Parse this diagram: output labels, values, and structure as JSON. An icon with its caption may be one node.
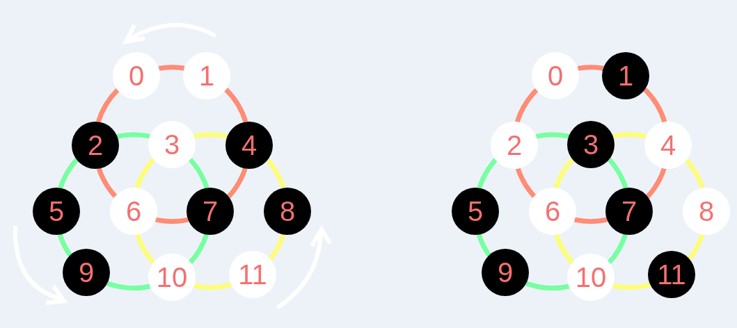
{
  "diagram": {
    "nodes": [
      {
        "text": [
          "0"
        ]
      },
      {
        "text": [
          "1"
        ]
      },
      {
        "text": [
          "2"
        ]
      },
      {
        "text": [
          "3"
        ]
      },
      {
        "text": [
          "4"
        ]
      },
      {
        "text": [
          "5"
        ]
      },
      {
        "text": [
          "6"
        ]
      },
      {
        "text": [
          "7"
        ]
      },
      {
        "text": [
          "8"
        ]
      },
      {
        "text": [
          "9"
        ]
      },
      {
        "text": [
          "10"
        ]
      },
      {
        "text": [
          "11"
        ]
      },
      {
        "text": [
          "0"
        ]
      },
      {
        "text": [
          "1"
        ]
      },
      {
        "text": [
          "2"
        ]
      },
      {
        "text": [
          "3"
        ]
      },
      {
        "text": [
          "4"
        ]
      },
      {
        "text": [
          "5"
        ]
      },
      {
        "text": [
          "6"
        ]
      },
      {
        "text": [
          "7"
        ]
      },
      {
        "text": [
          "8"
        ]
      },
      {
        "text": [
          "9"
        ]
      },
      {
        "text": [
          "10"
        ]
      },
      {
        "text": [
          "11"
        ]
      }
    ],
    "edges": [
      {
        "from": 0,
        "to": 1,
        "arrow": "none",
        "color": "#ff8c74"
      },
      {
        "from": 1,
        "to": 4,
        "arrow": "none",
        "color": "#ff8c74"
      },
      {
        "from": 4,
        "to": 7,
        "arrow": "none",
        "color": "#ff8c74"
      },
      {
        "from": 7,
        "to": 6,
        "arrow": "none",
        "color": "#ff8c74"
      },
      {
        "from": 6,
        "to": 2,
        "arrow": "none",
        "color": "#ff8c74"
      },
      {
        "from": 2,
        "to": 0,
        "arrow": "none",
        "color": "#ff8c74"
      },
      {
        "from": 2,
        "to": 3,
        "arrow": "none",
        "color": "#77ffa1"
      },
      {
        "from": 3,
        "to": 7,
        "arrow": "none",
        "color": "#77ffa1"
      },
      {
        "from": 7,
        "to": 10,
        "arrow": "none",
        "color": "#77ffa1"
      },
      {
        "from": 10,
        "to": 9,
        "arrow": "none",
        "color": "#77ffa1"
      },
      {
        "from": 9,
        "to": 5,
        "arrow": "none",
        "color": "#77ffa1"
      },
      {
        "from": 5,
        "to": 2,
        "arrow": "none",
        "color": "#77ffa1"
      },
      {
        "from": 3,
        "to": 4,
        "arrow": "none",
        "color": "#fdfd7a"
      },
      {
        "from": 4,
        "to": 8,
        "arrow": "none",
        "color": "#fdfd7a"
      },
      {
        "from": 8,
        "to": 11,
        "arrow": "none",
        "color": "#fdfd7a"
      },
      {
        "from": 11,
        "to": 10,
        "arrow": "none",
        "color": "#fdfd7a"
      },
      {
        "from": 10,
        "to": 6,
        "arrow": "none",
        "color": "#fdfd7a"
      },
      {
        "from": 6,
        "to": 3,
        "arrow": "none",
        "color": "#fdfd7a"
      },
      {
        "from": 12,
        "to": 13,
        "arrow": "none",
        "color": "#ff8c74"
      },
      {
        "from": 13,
        "to": 16,
        "arrow": "none",
        "color": "#ff8c74"
      },
      {
        "from": 16,
        "to": 19,
        "arrow": "none",
        "color": "#ff8c74"
      },
      {
        "from": 19,
        "to": 18,
        "arrow": "none",
        "color": "#ff8c74"
      },
      {
        "from": 18,
        "to": 14,
        "arrow": "none",
        "color": "#ff8c74"
      },
      {
        "from": 14,
        "to": 12,
        "arrow": "none",
        "color": "#ff8c74"
      },
      {
        "from": 14,
        "to": 15,
        "arrow": "none",
        "color": "#77ffa1"
      },
      {
        "from": 15,
        "to": 19,
        "arrow": "none",
        "color": "#77ffa1"
      },
      {
        "from": 19,
        "to": 22,
        "arrow": "none",
        "color": "#77ffa1"
      },
      {
        "from": 22,
        "to": 21,
        "arrow": "none",
        "color": "#77ffa1"
      },
      {
        "from": 21,
        "to": 17,
        "arrow": "none",
        "color": "#77ffa1"
      },
      {
        "from": 17,
        "to": 14,
        "arrow": "none",
        "color": "#77ffa1"
      },
      {
        "from": 15,
        "to": 16,
        "arrow": "none",
        "color": "#fdfd7a"
      },
      {
        "from": 16,
        "to": 20,
        "arrow": "none",
        "color": "#fdfd7a"
      },
      {
        "from": 20,
        "to": 23,
        "arrow": "none",
        "color": "#fdfd7a"
      },
      {
        "from": 23,
        "to": 22,
        "arrow": "none",
        "color": "#fdfd7a"
      },
      {
        "from": 22,
        "to": 18,
        "arrow": "none",
        "color": "#fdfd7a"
      },
      {
        "from": 18,
        "to": 15,
        "arrow": "none",
        "color": "#fdfd7a"
      }
    ]
  }
}
